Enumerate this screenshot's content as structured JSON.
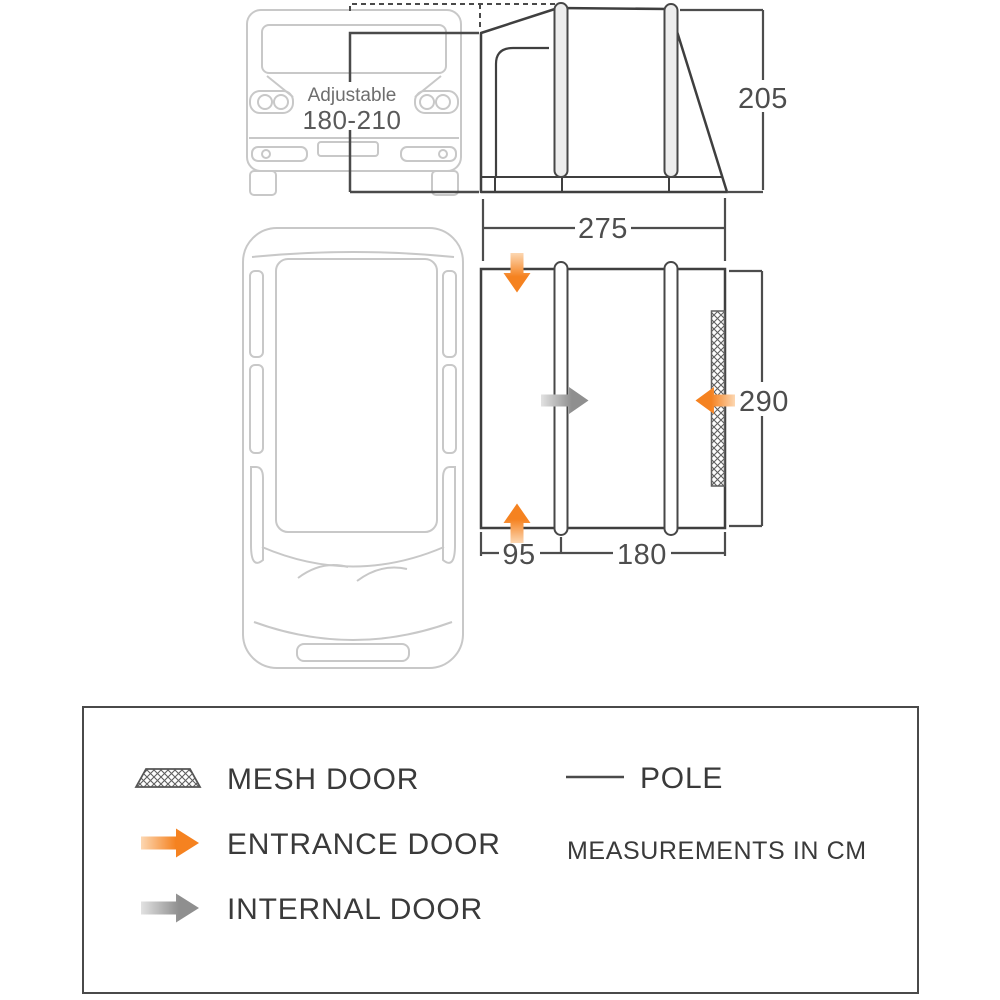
{
  "diagram": {
    "front_view": {
      "adjustable_label": "Adjustable",
      "adjustable_range": "180-210"
    },
    "side_view": {
      "height": "205",
      "width": "275"
    },
    "plan_view": {
      "depth": "290",
      "front_section_width": "95",
      "main_section_width": "180"
    }
  },
  "legend": {
    "items": [
      {
        "icon": "mesh-swatch",
        "label": "MESH DOOR"
      },
      {
        "icon": "orange-arrow",
        "label": "ENTRANCE DOOR"
      },
      {
        "icon": "grey-arrow",
        "label": "INTERNAL DOOR"
      },
      {
        "icon": "pole-line",
        "label": "POLE"
      }
    ],
    "note": "MEASUREMENTS IN CM"
  },
  "colors": {
    "accent_orange": "#f58220",
    "accent_orange_light": "#fcd7b2",
    "arrow_grey": "#8f8f8f",
    "arrow_grey_light": "#e2e2e2",
    "outline_dark": "#3f3f3f",
    "dimension_grey": "#4d4d4d",
    "van_outline_grey": "#c8c8c8"
  }
}
